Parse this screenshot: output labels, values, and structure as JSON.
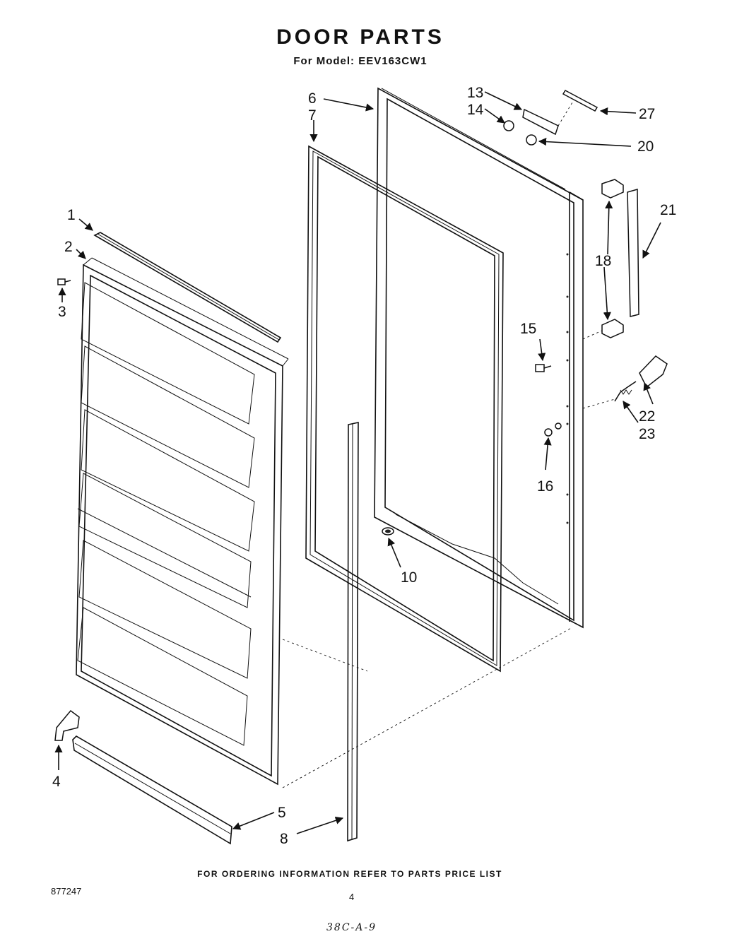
{
  "header": {
    "title": "DOOR PARTS",
    "subtitle": "For Model: EEV163CW1"
  },
  "footer": {
    "ordering_note": "FOR ORDERING INFORMATION REFER TO PARTS PRICE LIST",
    "document_number": "877247",
    "page_number": "4",
    "handwritten_note": "38C-A-9"
  },
  "callouts": {
    "c1": "1",
    "c2": "2",
    "c3": "3",
    "c4": "4",
    "c5": "5",
    "c6": "6",
    "c7": "7",
    "c8": "8",
    "c10": "10",
    "c13": "13",
    "c14": "14",
    "c15": "15",
    "c16": "16",
    "c18": "18",
    "c20": "20",
    "c21": "21",
    "c22": "22",
    "c23": "23",
    "c27": "27"
  }
}
